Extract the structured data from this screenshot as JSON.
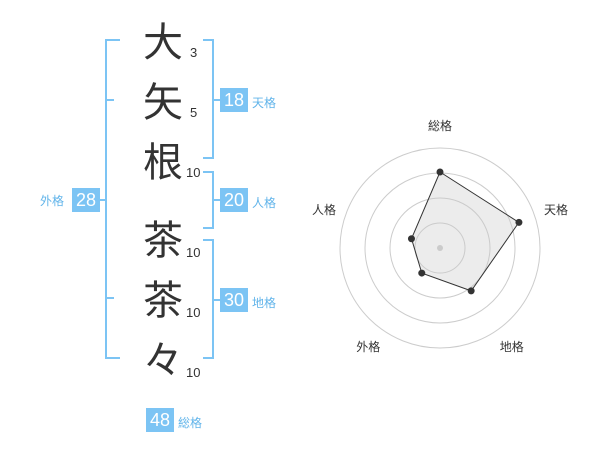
{
  "name": {
    "characters": [
      {
        "char": "大",
        "strokes": "3"
      },
      {
        "char": "矢",
        "strokes": "5"
      },
      {
        "char": "根",
        "strokes": "10"
      },
      {
        "char": "茶",
        "strokes": "10"
      },
      {
        "char": "茶",
        "strokes": "10"
      },
      {
        "char": "々",
        "strokes": "10"
      }
    ]
  },
  "fortune": {
    "tenkaku": {
      "value": "18",
      "label": "天格"
    },
    "jinkaku": {
      "value": "20",
      "label": "人格"
    },
    "chikaku": {
      "value": "30",
      "label": "地格"
    },
    "gaikaku": {
      "value": "28",
      "label": "外格"
    },
    "soukaku": {
      "value": "48",
      "label": "総格"
    }
  },
  "colors": {
    "accent": "#7cc4f4",
    "label": "#61b4ea",
    "ring": "#cccccc",
    "text": "#333333"
  },
  "chart_data": {
    "type": "radar",
    "axes": [
      "総格",
      "天格",
      "地格",
      "外格",
      "人格"
    ],
    "values": [
      0.76,
      0.83,
      0.53,
      0.31,
      0.3
    ],
    "max": 1,
    "rings": 4
  }
}
